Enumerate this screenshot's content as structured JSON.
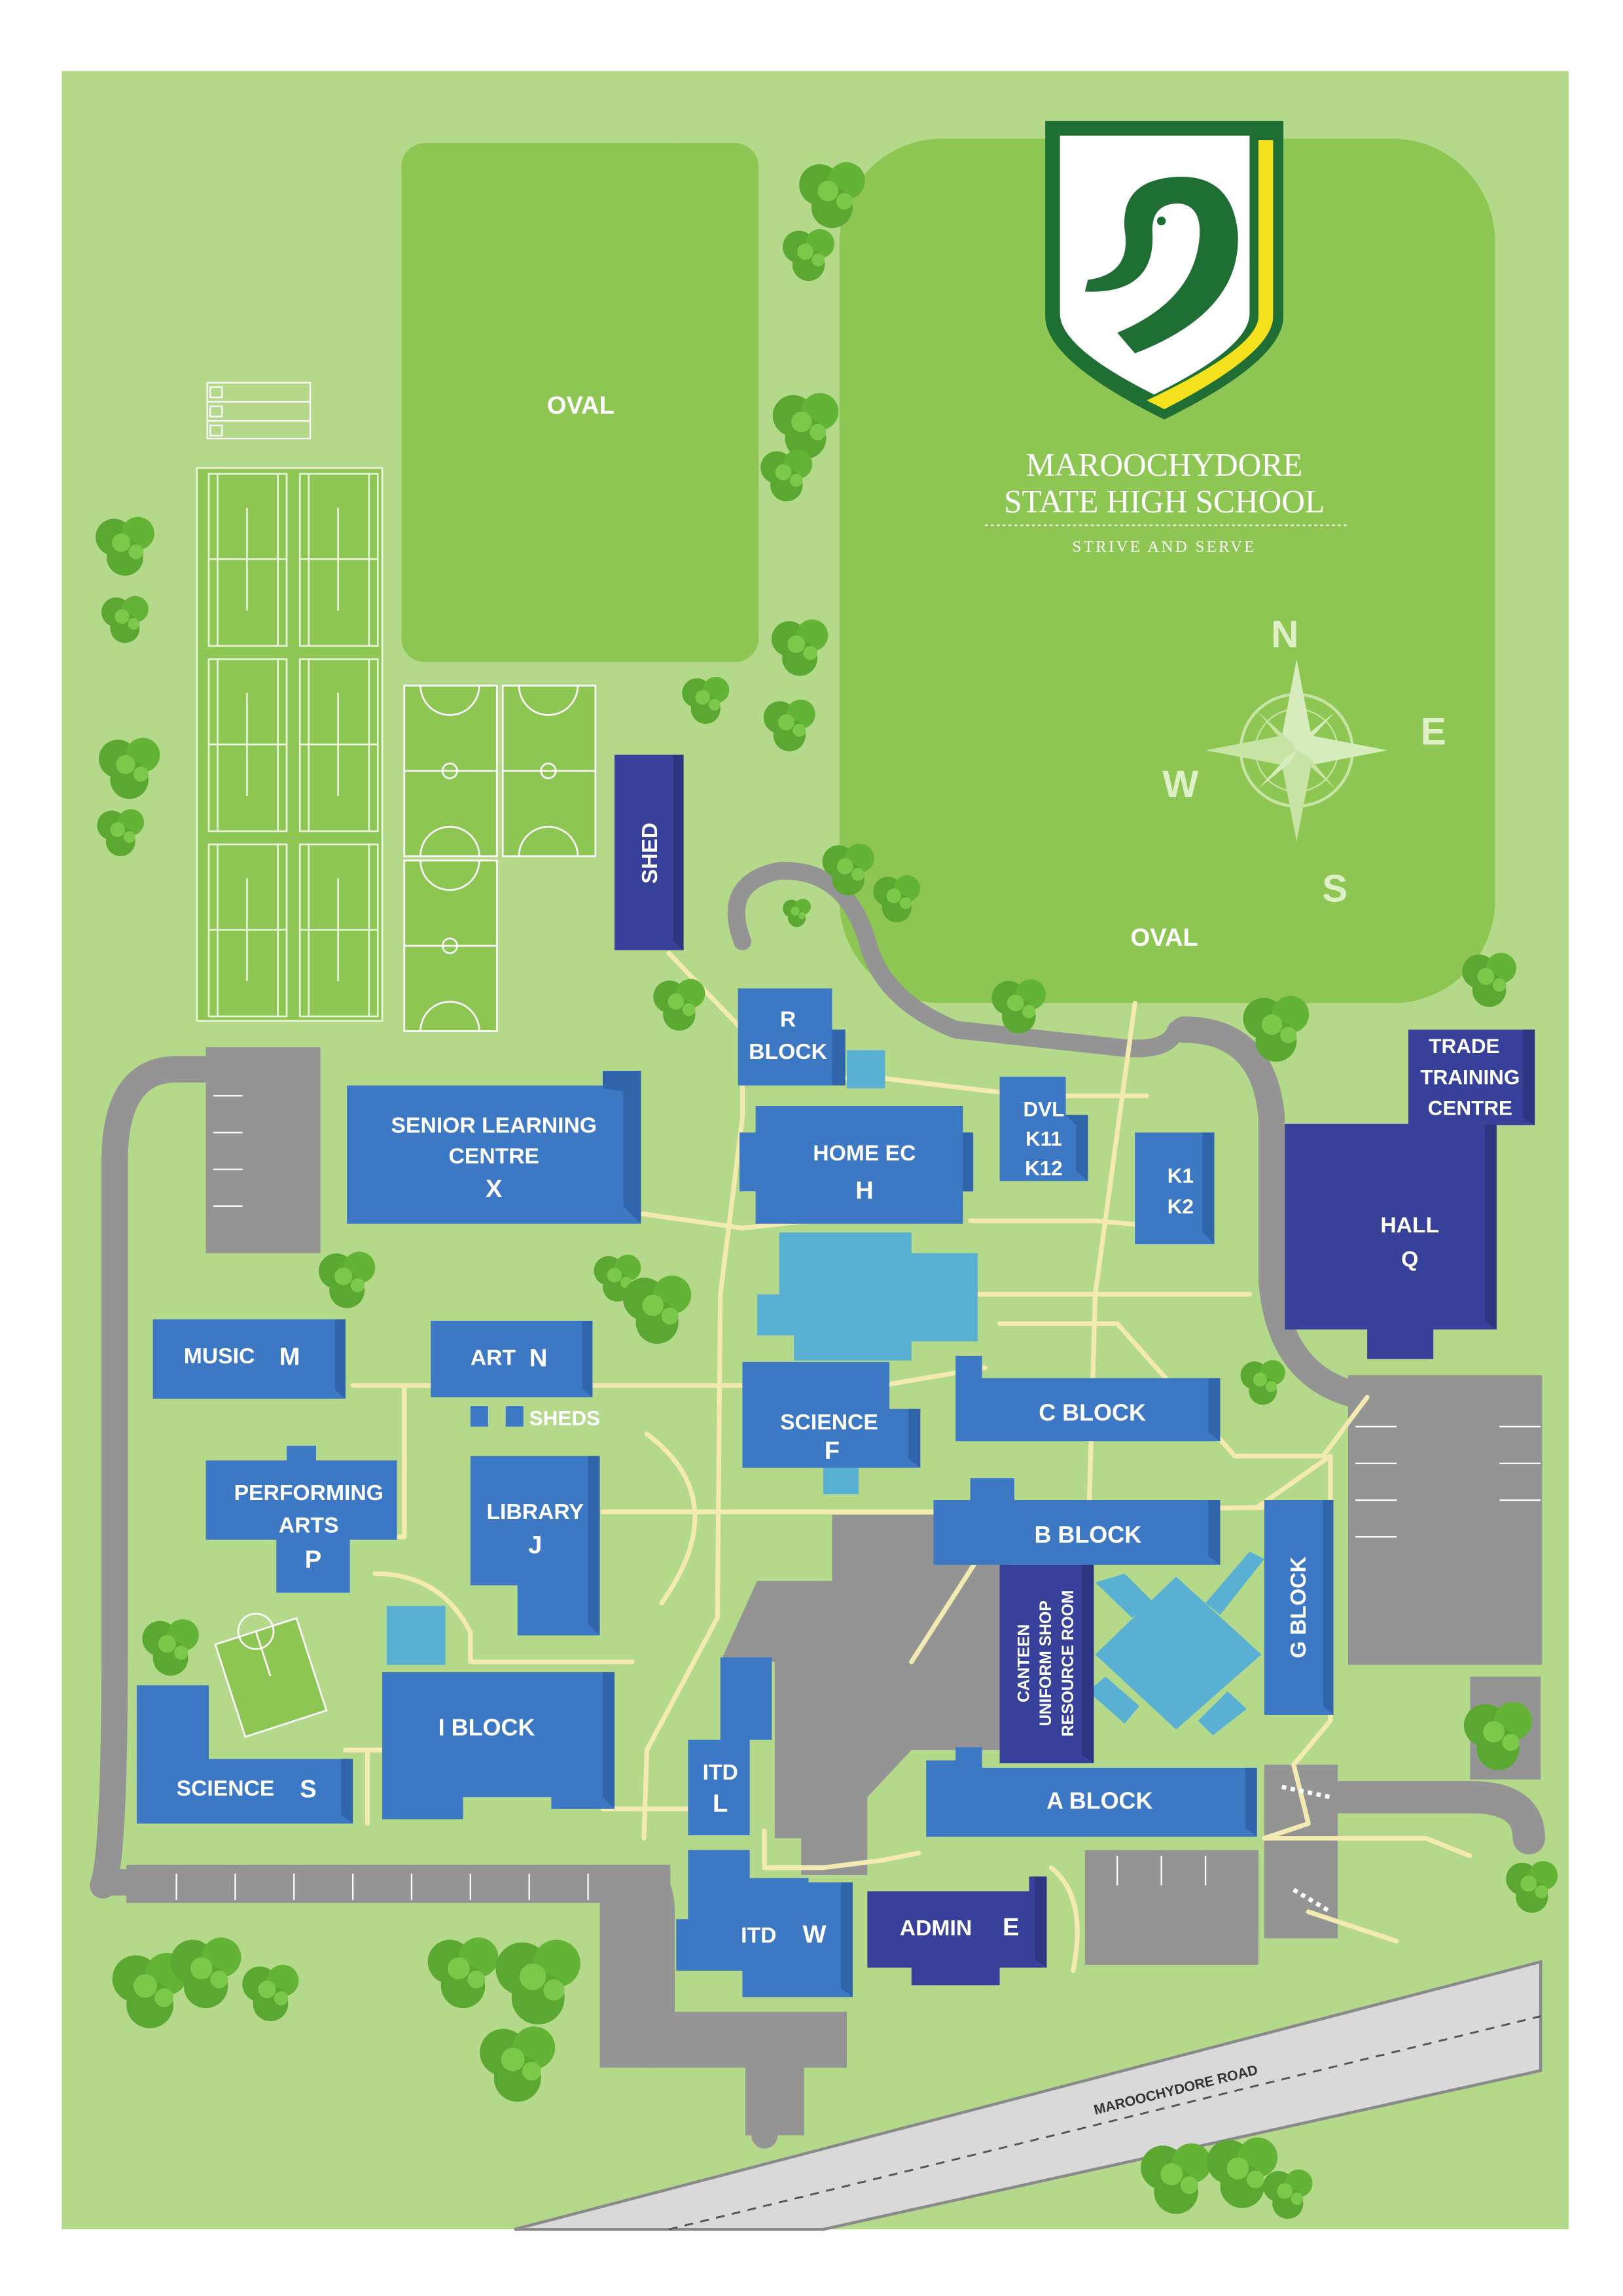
{
  "school": {
    "name_line1": "MAROOCHYDORE",
    "name_line2": "STATE HIGH SCHOOL",
    "motto": "STRIVE AND SERVE"
  },
  "compass": {
    "n": "N",
    "e": "E",
    "s": "S",
    "w": "W"
  },
  "ovals": {
    "north": "OVAL",
    "east": "OVAL"
  },
  "road": "MAROOCHYDORE ROAD",
  "buildings": {
    "shed": "SHED",
    "r_block": [
      "R",
      "BLOCK"
    ],
    "slc": [
      "SENIOR LEARNING",
      "CENTRE",
      "X"
    ],
    "home_ec": [
      "HOME EC",
      "H"
    ],
    "dvl": [
      "DVL",
      "K11",
      "K12"
    ],
    "k": [
      "K1",
      "K2"
    ],
    "trade": [
      "TRADE",
      "TRAINING",
      "CENTRE"
    ],
    "hall": [
      "HALL",
      "Q"
    ],
    "music": [
      "MUSIC",
      "M"
    ],
    "art": [
      "ART",
      "N"
    ],
    "sheds": "SHEDS",
    "science_f": [
      "SCIENCE",
      "F"
    ],
    "c_block": "C BLOCK",
    "performing_arts": [
      "PERFORMING",
      "ARTS",
      "P"
    ],
    "library": [
      "LIBRARY",
      "J"
    ],
    "b_block": "B BLOCK",
    "canteen": [
      "CANTEEN",
      "UNIFORM SHOP",
      "RESOURCE ROOM"
    ],
    "g_block": "G BLOCK",
    "i_block": "I BLOCK",
    "science_s": [
      "SCIENCE",
      "S"
    ],
    "itd_l": [
      "ITD",
      "L"
    ],
    "a_block": "A BLOCK",
    "itd_w": [
      "ITD",
      "W"
    ],
    "admin": [
      "ADMIN",
      "E"
    ]
  },
  "colors": {
    "background": "#b5d98a",
    "field": "#8ec653",
    "building": "#3d78c4",
    "building_dark": "#37419a",
    "courtyard": "#5ab0d2",
    "road": "#949494",
    "path": "#f2eab0",
    "crest_green": "#1f6f35",
    "crest_yellow": "#f4e01c"
  }
}
